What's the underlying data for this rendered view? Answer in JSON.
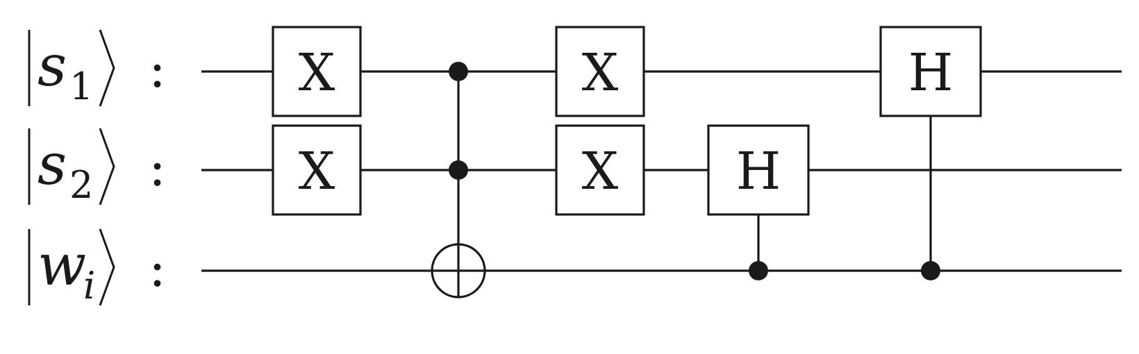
{
  "qubits": [
    {
      "id": "s1",
      "name": "s",
      "subscript": "1",
      "subscript_italic": false,
      "separator": ":"
    },
    {
      "id": "s2",
      "name": "s",
      "subscript": "2",
      "subscript_italic": false,
      "separator": ":"
    },
    {
      "id": "wi",
      "name": "w",
      "subscript": "i",
      "subscript_italic": true,
      "separator": ":"
    }
  ],
  "gates": [
    {
      "type": "box",
      "label": "X",
      "wire": 0,
      "column": 0
    },
    {
      "type": "box",
      "label": "X",
      "wire": 1,
      "column": 0
    },
    {
      "type": "toffoli",
      "controls": [
        0,
        1
      ],
      "target": 2,
      "column": 1
    },
    {
      "type": "box",
      "label": "X",
      "wire": 0,
      "column": 2
    },
    {
      "type": "box",
      "label": "X",
      "wire": 1,
      "column": 2
    },
    {
      "type": "controlled-box",
      "label": "H",
      "wire": 1,
      "control": 2,
      "column": 3
    },
    {
      "type": "controlled-box",
      "label": "H",
      "wire": 0,
      "control": 2,
      "column": 4
    }
  ]
}
